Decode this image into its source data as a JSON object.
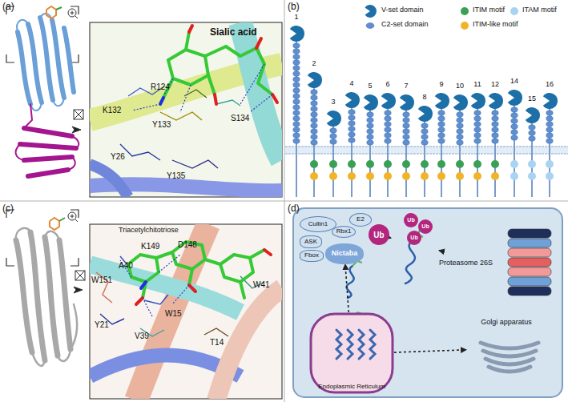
{
  "diagram": {
    "nodes": [
      {
        "text": [
          "(a)"
        ]
      },
      {
        "text": [
          "(b)"
        ]
      },
      {
        "text": [
          "(c)"
        ]
      },
      {
        "text": [
          "(d)"
        ]
      },
      {
        "text": [
          "Cullin1"
        ],
        "in": 3
      },
      {
        "text": [
          "Rbx1"
        ],
        "in": 3
      },
      {
        "text": [
          "E2"
        ],
        "in": 3
      },
      {
        "text": [
          "Ub"
        ],
        "in": 3
      },
      {
        "text": [
          "ASK"
        ],
        "in": 3
      },
      {
        "text": [
          "Fbox"
        ],
        "in": 3
      },
      {
        "text": [
          "Nictaba"
        ],
        "in": 3
      },
      {
        "text": [
          "Ub",
          "Ub",
          "Ub"
        ],
        "in": 3
      },
      {
        "text": [
          "Proteasome 26S"
        ],
        "in": 3
      },
      {
        "text": [
          "Endoplasmic Reticulum"
        ],
        "in": 3
      },
      {
        "text": [
          "Golgi apparatus"
        ],
        "in": 3
      }
    ],
    "edges": [
      {
        "from": 13,
        "to": 10,
        "arrow": "to"
      },
      {
        "from": 7,
        "to": 11,
        "arrow": "to"
      },
      {
        "from": 11,
        "to": 12,
        "arrow": "to"
      },
      {
        "from": 13,
        "to": 14,
        "arrow": "to"
      }
    ],
    "labels": [
      "Sialic acid",
      "K132",
      "R124",
      "Y133",
      "S134",
      "Y26",
      "Y135",
      "1",
      "2",
      "3",
      "4",
      "5",
      "6",
      "7",
      "8",
      "9",
      "10",
      "11",
      "12",
      "14",
      "15",
      "16",
      "Triacetylchitotriose",
      "K149",
      "D148",
      "A40",
      "W41",
      "W151",
      "W15",
      "Y21",
      "V39",
      "T14"
    ],
    "legend": [
      {
        "text": "V-set domain",
        "color": "#1d6fa8"
      },
      {
        "text": "C2-set domain",
        "color": "#5f8fcf"
      },
      {
        "text": "ITIM motif",
        "color": "#3aa055"
      },
      {
        "text": "ITIM-like motif",
        "color": "#f0b429"
      },
      {
        "text": "ITAM motif",
        "color": "#a8d4f2"
      }
    ]
  }
}
